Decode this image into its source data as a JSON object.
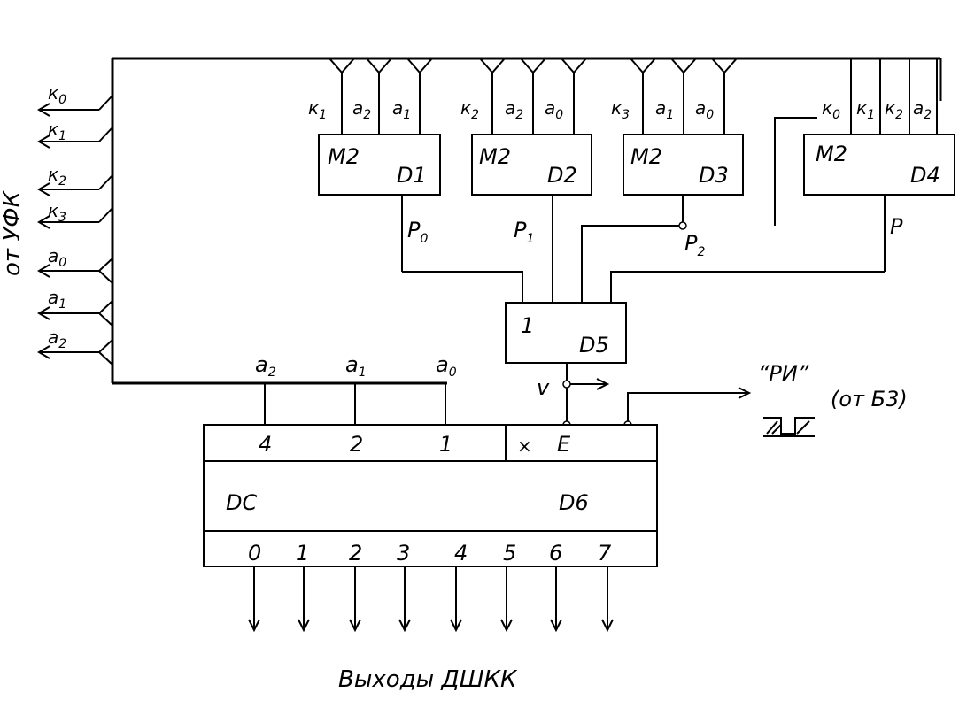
{
  "source_label": "от УФК",
  "left_outputs": [
    {
      "base": "к",
      "sub": "0"
    },
    {
      "base": "к",
      "sub": "1"
    },
    {
      "base": "к",
      "sub": "2"
    },
    {
      "base": "к",
      "sub": "3"
    },
    {
      "base": "a",
      "sub": "0"
    },
    {
      "base": "a",
      "sub": "1"
    },
    {
      "base": "a",
      "sub": "2"
    }
  ],
  "xor_blocks": [
    {
      "func": "M2",
      "id": "D1",
      "output": {
        "base": "P",
        "sub": "0"
      },
      "inputs": [
        {
          "base": "к",
          "sub": "1"
        },
        {
          "base": "a",
          "sub": "2"
        },
        {
          "base": "a",
          "sub": "1"
        }
      ]
    },
    {
      "func": "M2",
      "id": "D2",
      "output": {
        "base": "P",
        "sub": "1"
      },
      "inputs": [
        {
          "base": "к",
          "sub": "2"
        },
        {
          "base": "a",
          "sub": "2"
        },
        {
          "base": "a",
          "sub": "0"
        }
      ]
    },
    {
      "func": "M2",
      "id": "D3",
      "output": {
        "base": "P",
        "sub": "2"
      },
      "inputs": [
        {
          "base": "к",
          "sub": "3"
        },
        {
          "base": "a",
          "sub": "1"
        },
        {
          "base": "a",
          "sub": "0"
        }
      ]
    },
    {
      "func": "M2",
      "id": "D4",
      "output": {
        "base": "P",
        "sub": ""
      },
      "inputs": [
        {
          "base": "к",
          "sub": "0"
        },
        {
          "base": "к",
          "sub": "1"
        },
        {
          "base": "к",
          "sub": "2"
        },
        {
          "base": "a",
          "sub": "2"
        }
      ]
    }
  ],
  "or_block": {
    "func": "1",
    "id": "D5",
    "output": "v"
  },
  "bus_taps": [
    {
      "base": "a",
      "sub": "2"
    },
    {
      "base": "a",
      "sub": "1"
    },
    {
      "base": "a",
      "sub": "0"
    }
  ],
  "decoder": {
    "func": "DC",
    "id": "D6",
    "inputs": [
      "4",
      "2",
      "1"
    ],
    "cross": "×",
    "enable": "E",
    "outputs": [
      "0",
      "1",
      "2",
      "3",
      "4",
      "5",
      "6",
      "7"
    ]
  },
  "signal": {
    "label": "“РИ”",
    "source": "(от Б3)"
  },
  "caption": "Выходы ДШКК"
}
